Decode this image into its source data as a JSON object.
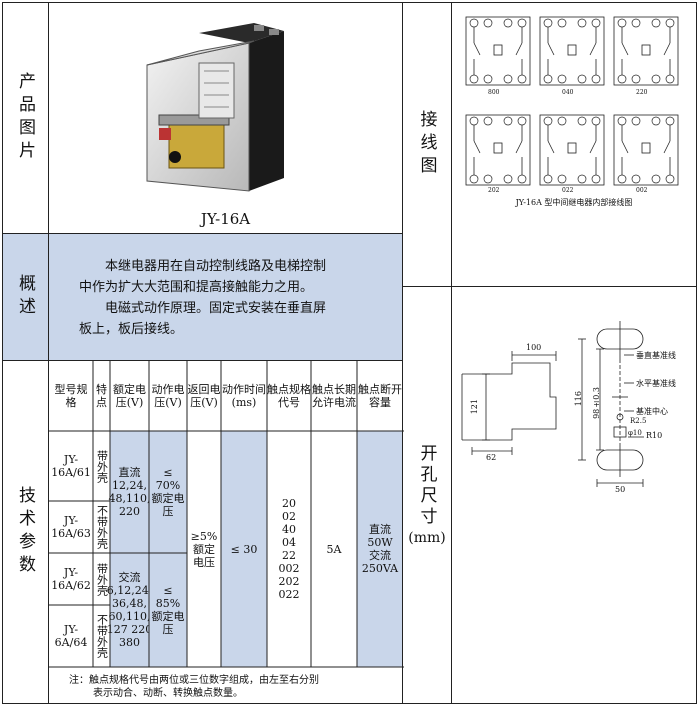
{
  "left": {
    "product_label": "产品图片",
    "product_model": "JY-16A",
    "summary_label": "概述",
    "summary_line1": "本继电器用在自动控制线路及电梯控制",
    "summary_line2": "中作为扩大大范围和提高接触能力之用。",
    "summary_line3": "电磁式动作原理。固定式安装在垂直屏",
    "summary_line4": "板上，板后接线。",
    "tech_label": "技术参数",
    "headers": [
      "型号规格",
      "特点",
      "额定电压(V)",
      "动作电压(V)",
      "返回电压(V)",
      "动作时间(ms)",
      "触点规格代号",
      "触点长期允许电流",
      "触点断开容量"
    ],
    "models": [
      "JY-16A/61",
      "JY-16A/63",
      "JY-16A/62",
      "JY-6A/64"
    ],
    "features": [
      "带外壳",
      "不带外壳",
      "带外壳",
      "不带外壳"
    ],
    "rated_dc": "直流 12,24, 48,110, 220",
    "rated_ac": "交流 6,12,24, 36,48, 60,110, 127 220 380",
    "operate_dc": "≤ 70% 额定电压",
    "operate_ac": "≤ 85% 额定电压",
    "return_v": "≥5% 额定电压",
    "operate_time": "≤ 30",
    "contact_codes": "20 02 40 04 22 002 202 022",
    "current": "5A",
    "capacity": "直流 50W 交流 250VA",
    "note_line1": "注：触点规格代号由两位或三位数字组成，由左至右分别",
    "note_line2": "表示动合、动断、转换触点数量。"
  },
  "right": {
    "wiring_label": "接线图",
    "wiring_codes_top": [
      "800",
      "040",
      "220"
    ],
    "wiring_codes_bottom": [
      "202",
      "022",
      "002"
    ],
    "wiring_caption": "JY-16A 型中间继电器内部接线图",
    "hole_label": "开孔尺寸",
    "hole_unit": "(mm)",
    "dims": {
      "d100": "100",
      "d121": "121",
      "d62": "62",
      "d116": "116",
      "d98": "98±0.3",
      "d50": "50",
      "r10": "R10",
      "r25": "R2.5",
      "phi10": "φ10"
    },
    "labels": {
      "vertical_ref": "垂直基准线",
      "horizontal_ref": "水平基准线",
      "center_ref": "基准中心"
    }
  }
}
